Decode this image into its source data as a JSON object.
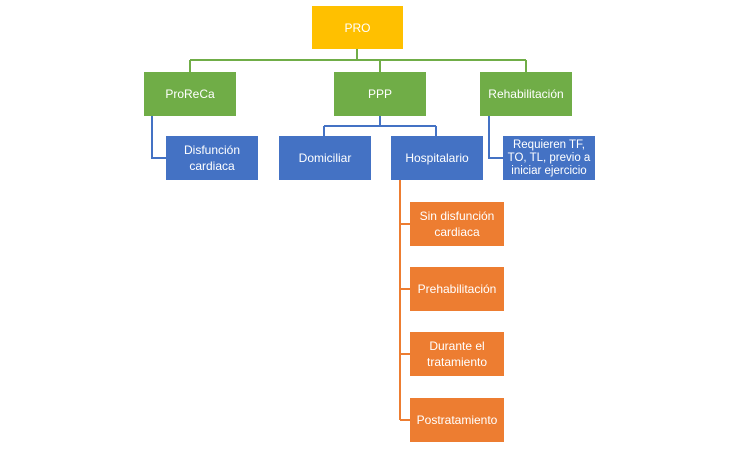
{
  "root": {
    "label": "PRO"
  },
  "level1": [
    {
      "id": "proreca",
      "label": "ProReCa"
    },
    {
      "id": "ppp",
      "label": "PPP"
    },
    {
      "id": "rehab",
      "label": "Rehabilitación"
    }
  ],
  "level2": [
    {
      "id": "disfuncion",
      "label": "Disfunción cardiaca"
    },
    {
      "id": "domiciliar",
      "label": "Domiciliar"
    },
    {
      "id": "hospitalario",
      "label": "Hospitalario"
    },
    {
      "id": "requieren",
      "label": "Requieren TF, TO, TL, previo a iniciar ejercicio"
    }
  ],
  "level3": [
    {
      "id": "sin-disfuncion",
      "label": "Sin disfunción cardiaca"
    },
    {
      "id": "prehab",
      "label": "Prehabilitación"
    },
    {
      "id": "durante",
      "label": "Durante el tratamiento"
    },
    {
      "id": "postrat",
      "label": "Postratamiento"
    }
  ],
  "colors": {
    "root": "#FFC000",
    "level1": "#70AD47",
    "level2": "#4472C4",
    "level3": "#ED7D31"
  }
}
